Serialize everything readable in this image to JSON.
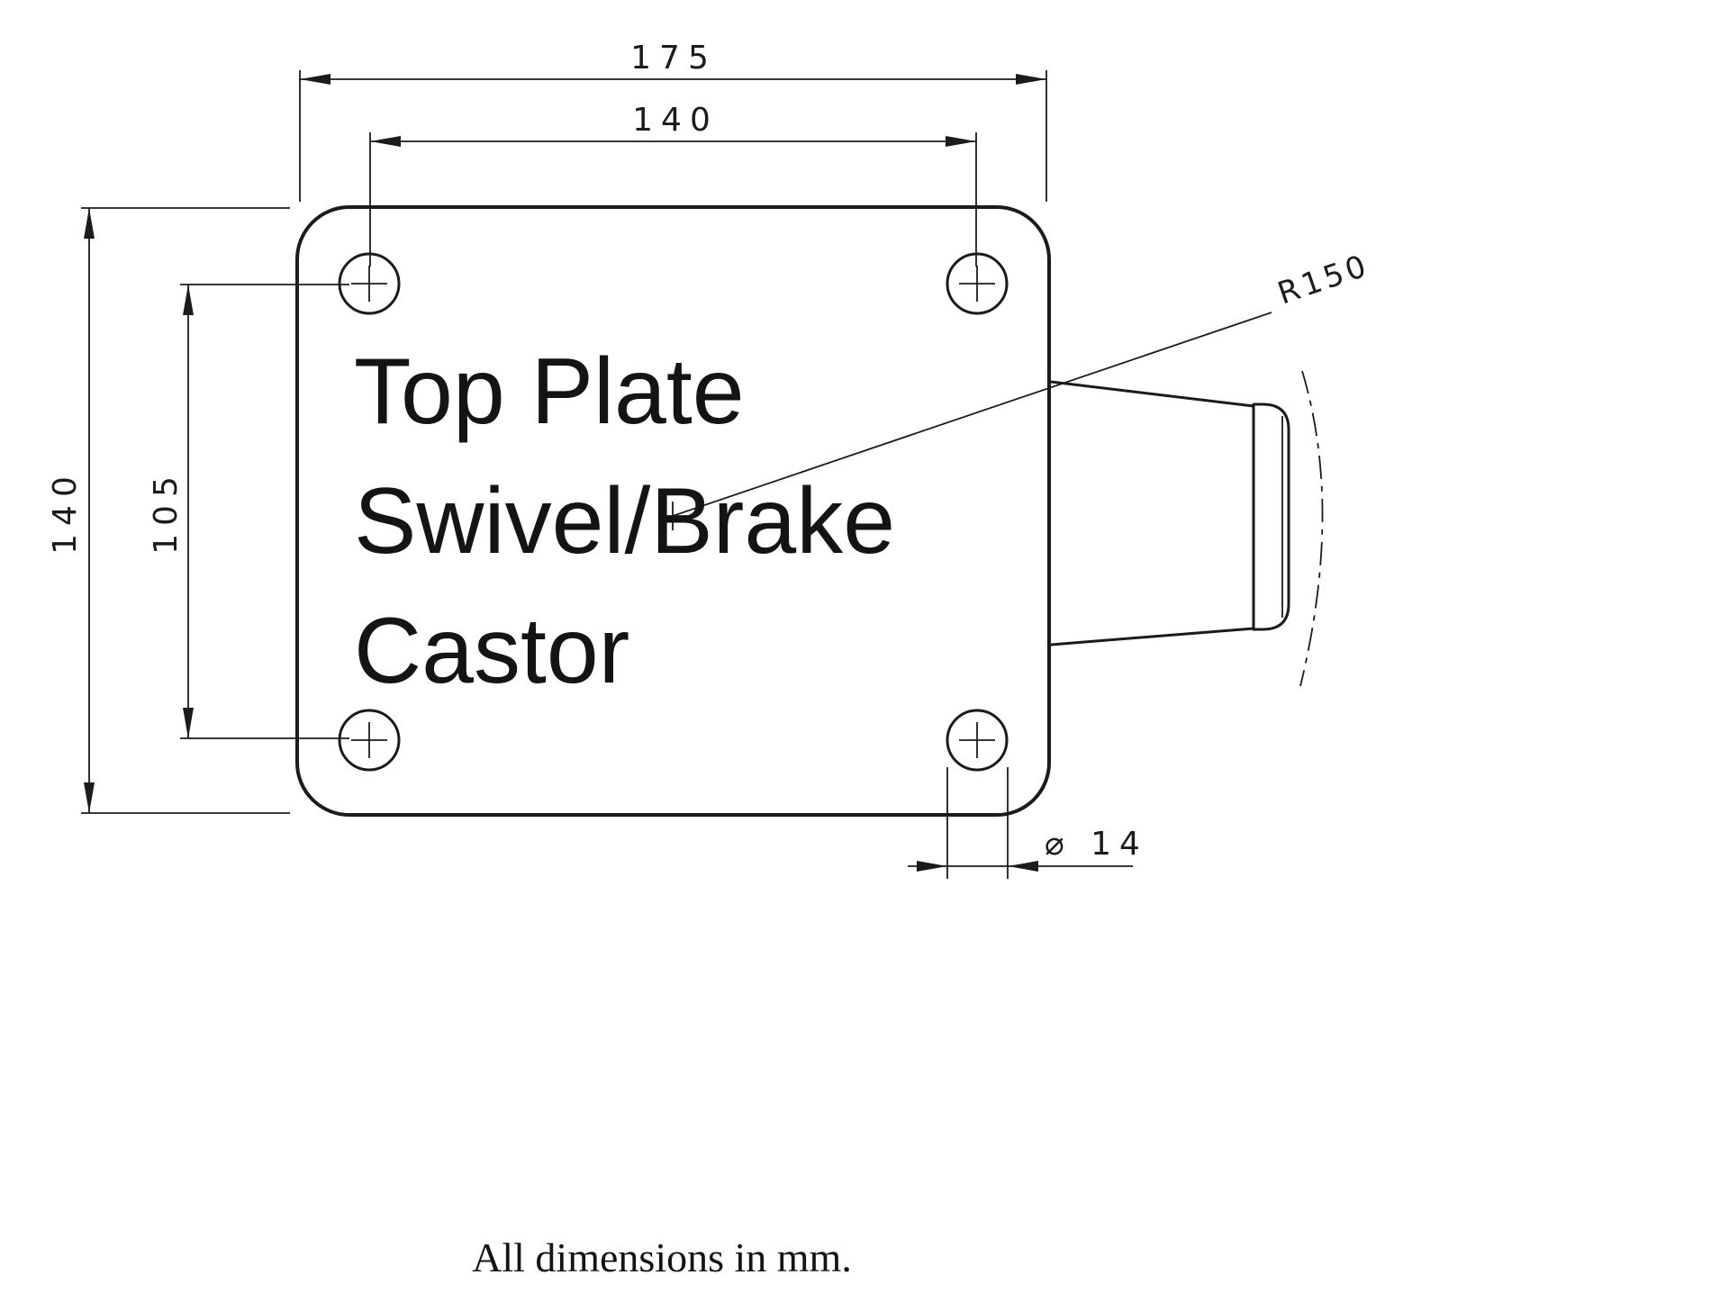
{
  "drawing": {
    "title": {
      "line1": "Top Plate",
      "line2": "Swivel/Brake",
      "line3": "Castor"
    },
    "dimensions": {
      "plate_width": "175",
      "hole_pitch_horizontal": "140",
      "plate_height": "140",
      "hole_pitch_vertical": "105",
      "swivel_radius": "R150",
      "hole_diameter": "⌀ 14"
    },
    "note": "All dimensions in mm.",
    "units": "mm",
    "colors": {
      "ink": "#1b1b1b",
      "background": "#ffffff"
    }
  }
}
